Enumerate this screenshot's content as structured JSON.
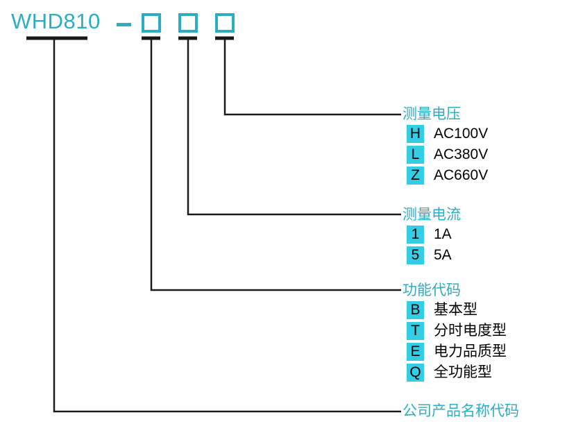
{
  "model": {
    "name": "WHD810",
    "separator": "–",
    "slot_count": 3,
    "slots": [
      "",
      "",
      ""
    ]
  },
  "groups": [
    {
      "id": "voltage",
      "title": "测量电压",
      "options": [
        {
          "code": "H",
          "label": "AC100V"
        },
        {
          "code": "L",
          "label": "AC380V"
        },
        {
          "code": "Z",
          "label": "AC660V"
        }
      ]
    },
    {
      "id": "current",
      "title": "测量电流",
      "options": [
        {
          "code": "1",
          "label": "1A"
        },
        {
          "code": "5",
          "label": "5A"
        }
      ]
    },
    {
      "id": "function",
      "title": "功能代码",
      "options": [
        {
          "code": "B",
          "label": "基本型"
        },
        {
          "code": "T",
          "label": "分时电度型"
        },
        {
          "code": "E",
          "label": "电力品质型"
        },
        {
          "code": "Q",
          "label": "全功能型"
        }
      ]
    }
  ],
  "bottom_label": "公司产品名称代码",
  "colors": {
    "accent": "#2badc4",
    "badge_bg": "#35cde3",
    "badge_text": "#000000",
    "option_text": "#000000",
    "leader_line": "#1a1a1a",
    "background": "#ffffff"
  }
}
